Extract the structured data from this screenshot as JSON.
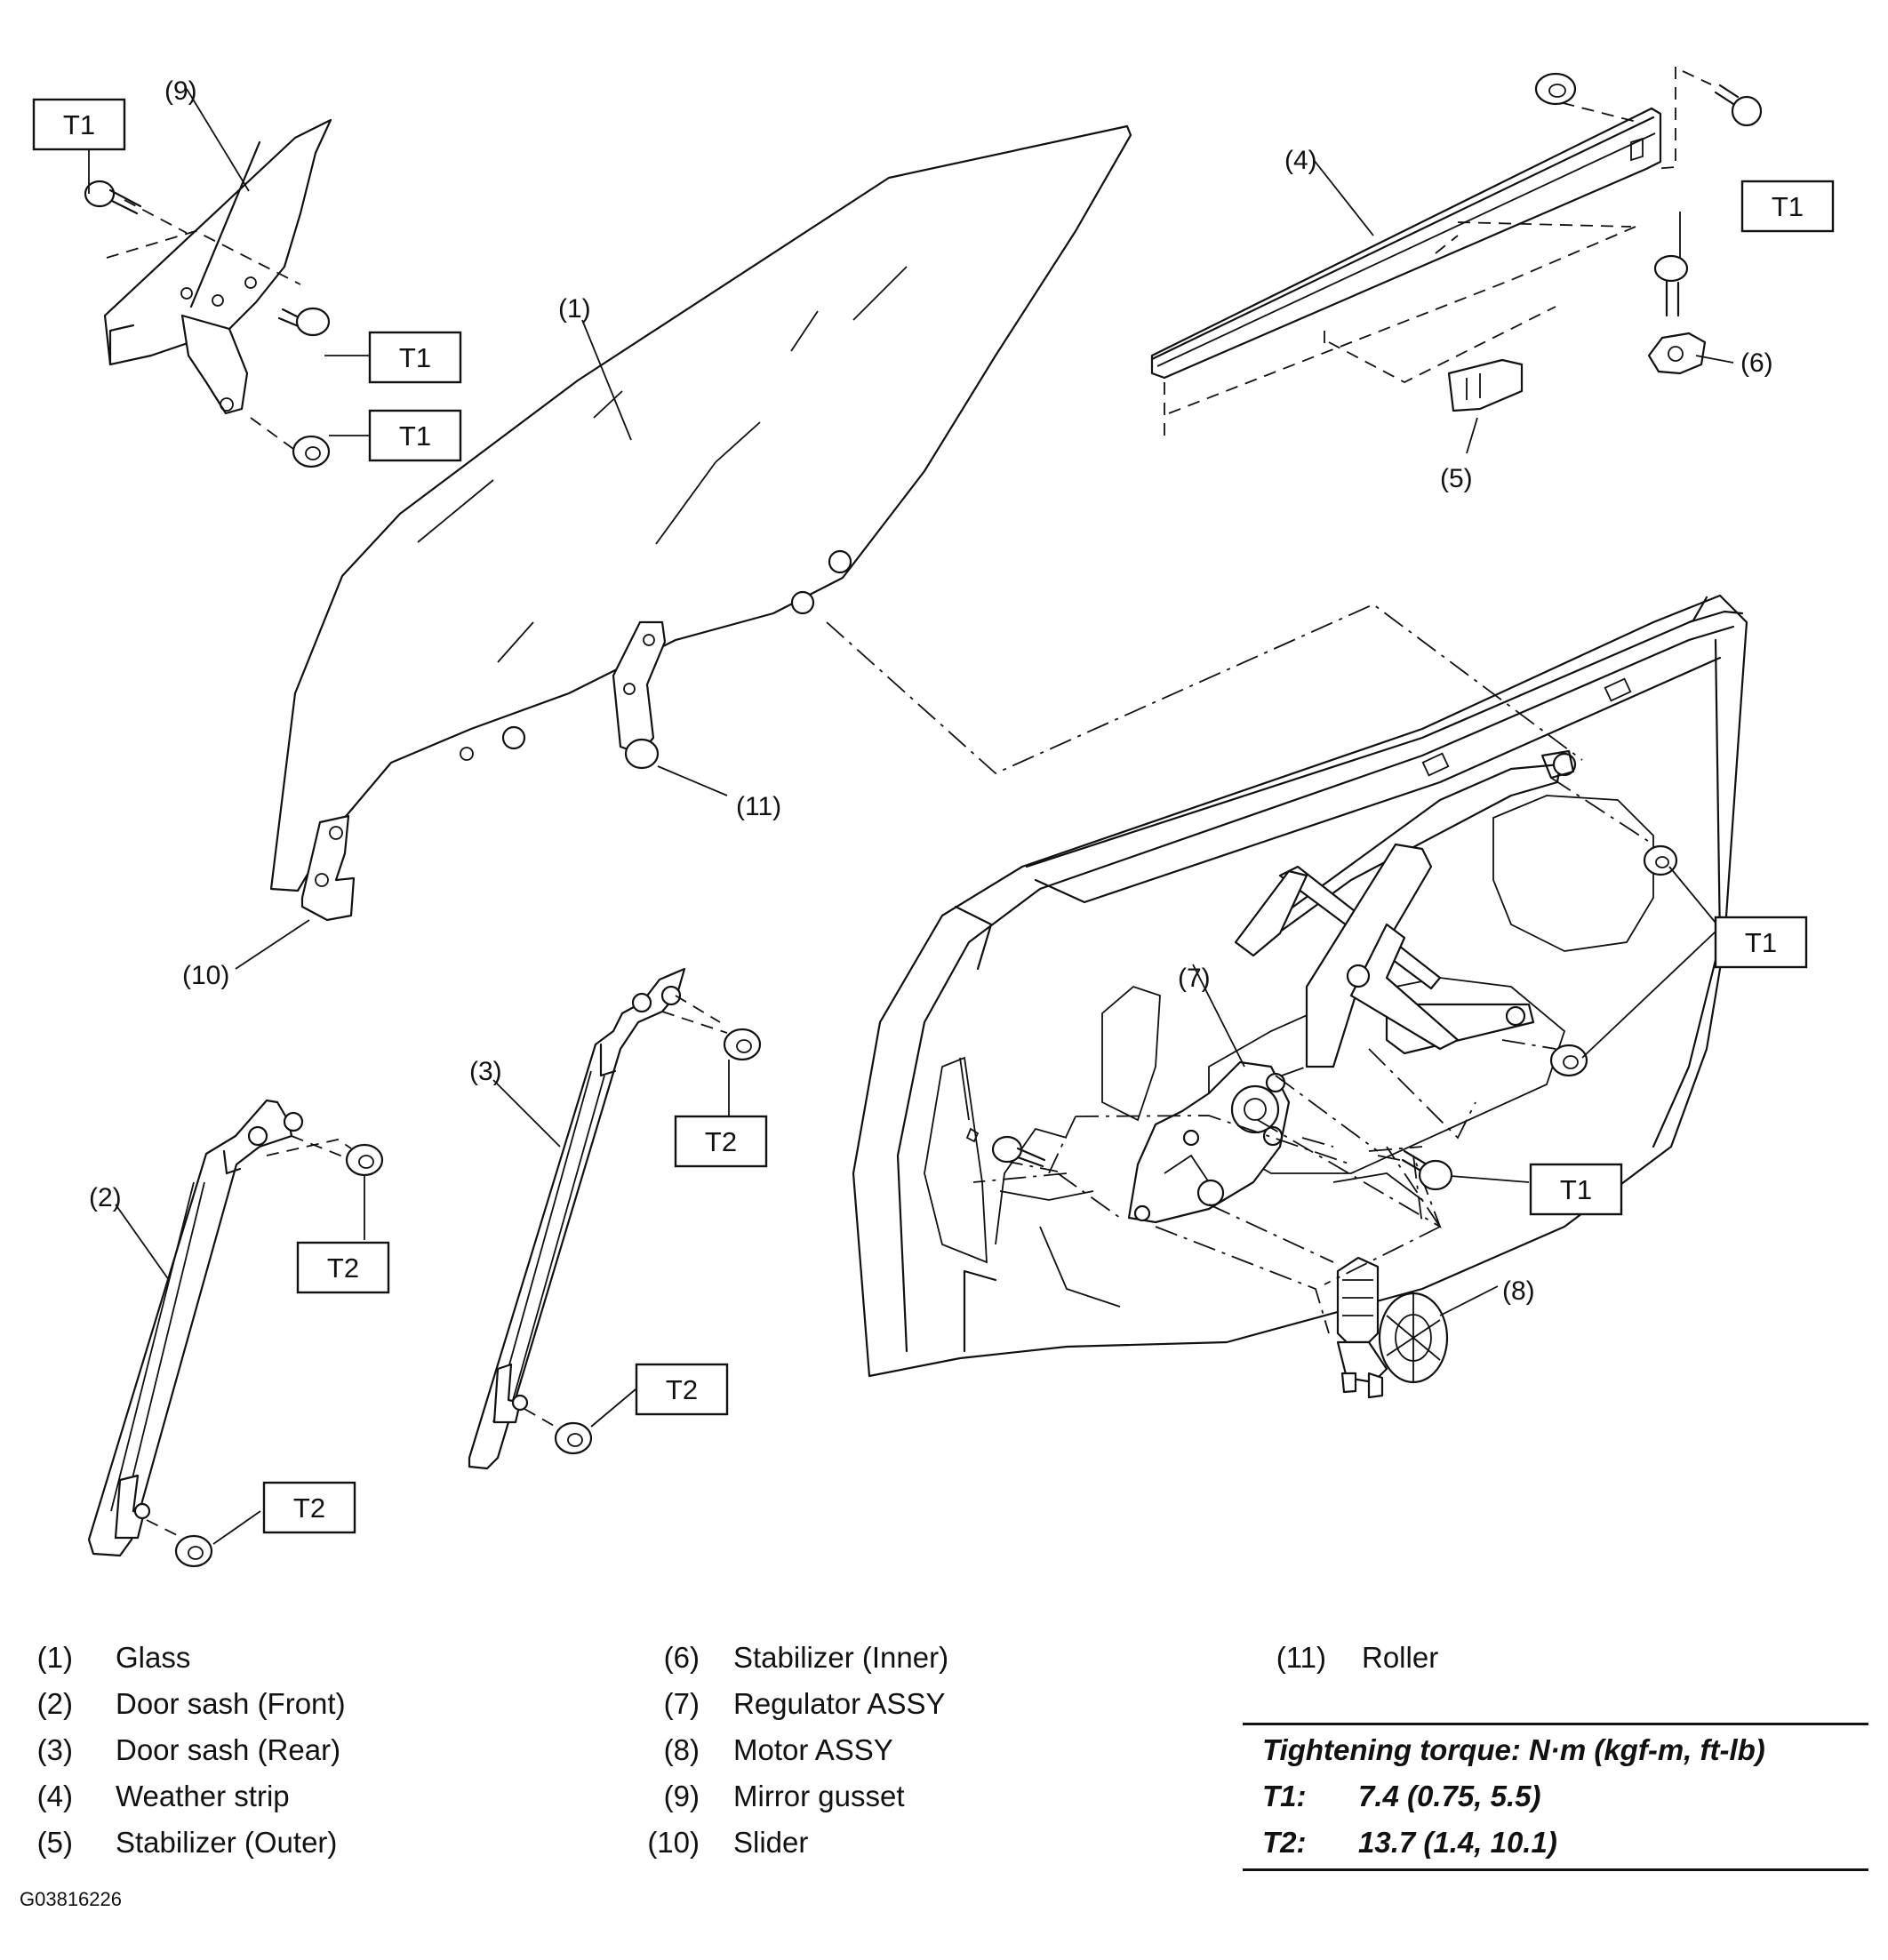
{
  "callouts": {
    "c1": "(1)",
    "c2": "(2)",
    "c3": "(3)",
    "c4": "(4)",
    "c5": "(5)",
    "c6": "(6)",
    "c7": "(7)",
    "c8": "(8)",
    "c9": "(9)",
    "c10": "(10)",
    "c11": "(11)"
  },
  "torque_tags": {
    "t1": "T1",
    "t2": "T2"
  },
  "legend": [
    {
      "num": "(1)",
      "name": "Glass"
    },
    {
      "num": "(2)",
      "name": "Door sash (Front)"
    },
    {
      "num": "(3)",
      "name": "Door sash (Rear)"
    },
    {
      "num": "(4)",
      "name": "Weather strip"
    },
    {
      "num": "(5)",
      "name": "Stabilizer (Outer)"
    },
    {
      "num": "(6)",
      "name": "Stabilizer (Inner)"
    },
    {
      "num": "(7)",
      "name": "Regulator ASSY"
    },
    {
      "num": "(8)",
      "name": "Motor ASSY"
    },
    {
      "num": "(9)",
      "name": "Mirror gusset"
    },
    {
      "num": "(10)",
      "name": "Slider"
    },
    {
      "num": "(11)",
      "name": "Roller"
    }
  ],
  "torque_table": {
    "heading": "Tightening torque: N·m (kgf-m, ft-lb)",
    "rows": [
      {
        "code": "T1:",
        "value": "7.4 (0.75, 5.5)"
      },
      {
        "code": "T2:",
        "value": "13.7 (1.4, 10.1)"
      }
    ]
  },
  "figure_code": "G03816226"
}
